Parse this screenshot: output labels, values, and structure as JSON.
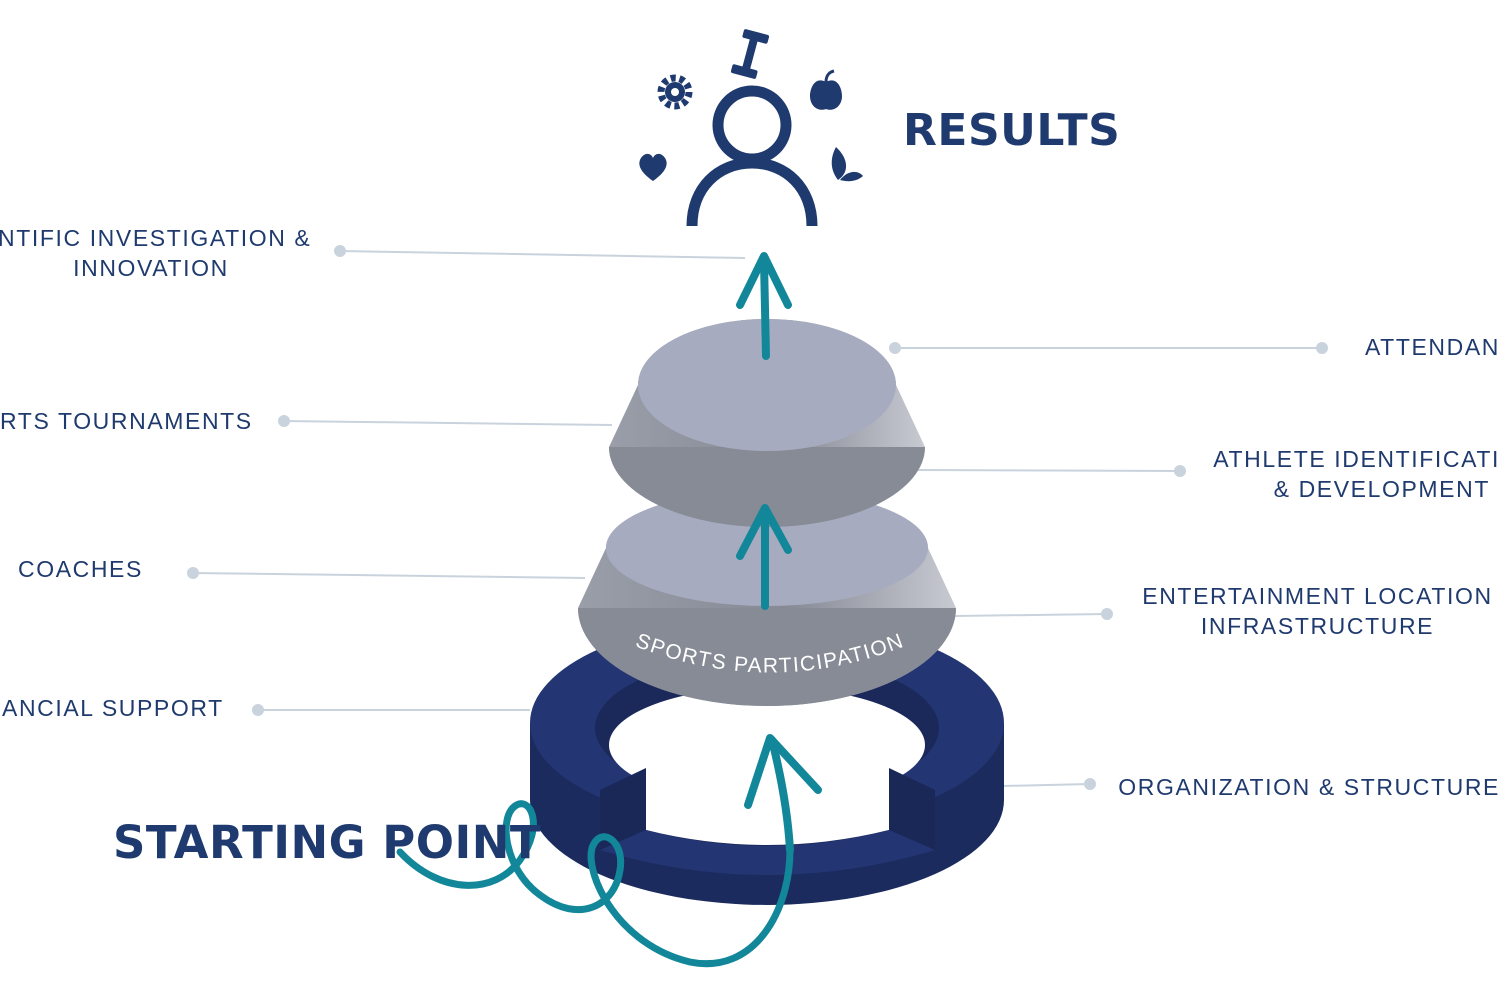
{
  "results_label": "RESULTS",
  "starting_point_label": "STARTING POINT",
  "layer_band_text": "SPORTS PARTICIPATION",
  "left_labels": {
    "scientific": [
      "NTIFIC INVESTIGATION &",
      "INNOVATION"
    ],
    "tournaments": "RTS TOURNAMENTS",
    "coaches": "COACHES",
    "financial": "ANCIAL SUPPORT"
  },
  "right_labels": {
    "attendance": "ATTENDAN",
    "athlete": [
      "ATHLETE IDENTIFICATI",
      "& DEVELOPMENT"
    ],
    "entertainment": [
      "ENTERTAINMENT LOCATION",
      "INFRASTRUCTURE"
    ],
    "organization": "ORGANIZATION & STRUCTURE"
  },
  "icons": [
    "person-icon",
    "gear-icon",
    "dumbbell-icon",
    "apple-icon",
    "heart-icon",
    "leaf-icon"
  ],
  "colors": {
    "navy": "#1f3a6e",
    "ring": "#233673",
    "ring_side": "#1c2b5e",
    "teal": "#13879a",
    "disc_top": "#a7abbf",
    "disc_side": "#8a8e99",
    "leader": "#c9d3dd"
  }
}
